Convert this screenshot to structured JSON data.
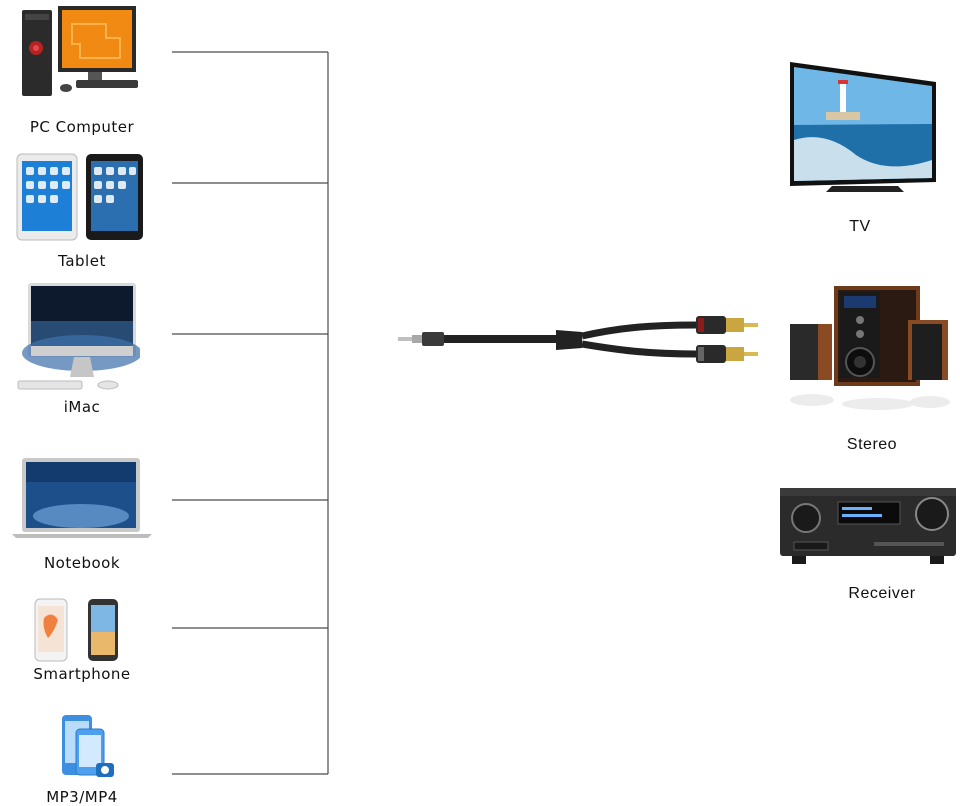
{
  "sources": [
    {
      "id": "pc",
      "label": "PC Computer",
      "icon": "desktop-pc-icon"
    },
    {
      "id": "tablet",
      "label": "Tablet",
      "icon": "tablet-icon"
    },
    {
      "id": "imac",
      "label": "iMac",
      "icon": "imac-icon"
    },
    {
      "id": "notebook",
      "label": "Notebook",
      "icon": "notebook-icon"
    },
    {
      "id": "smartphone",
      "label": "Smartphone",
      "icon": "smartphone-icon"
    },
    {
      "id": "mp3",
      "label": "MP3/MP4",
      "icon": "mp3-player-icon"
    }
  ],
  "outputs": [
    {
      "id": "tv",
      "label": "TV",
      "icon": "tv-icon"
    },
    {
      "id": "stereo",
      "label": "Stereo",
      "icon": "stereo-speakers-icon"
    },
    {
      "id": "receiver",
      "label": "Receiver",
      "icon": "av-receiver-icon"
    }
  ],
  "cable": {
    "icon": "aux-to-rca-cable-icon"
  },
  "colors": {
    "line": "#4a4a4a",
    "cable": "#222222",
    "gold": "#c9a640",
    "screen": "#1e7fd6"
  }
}
